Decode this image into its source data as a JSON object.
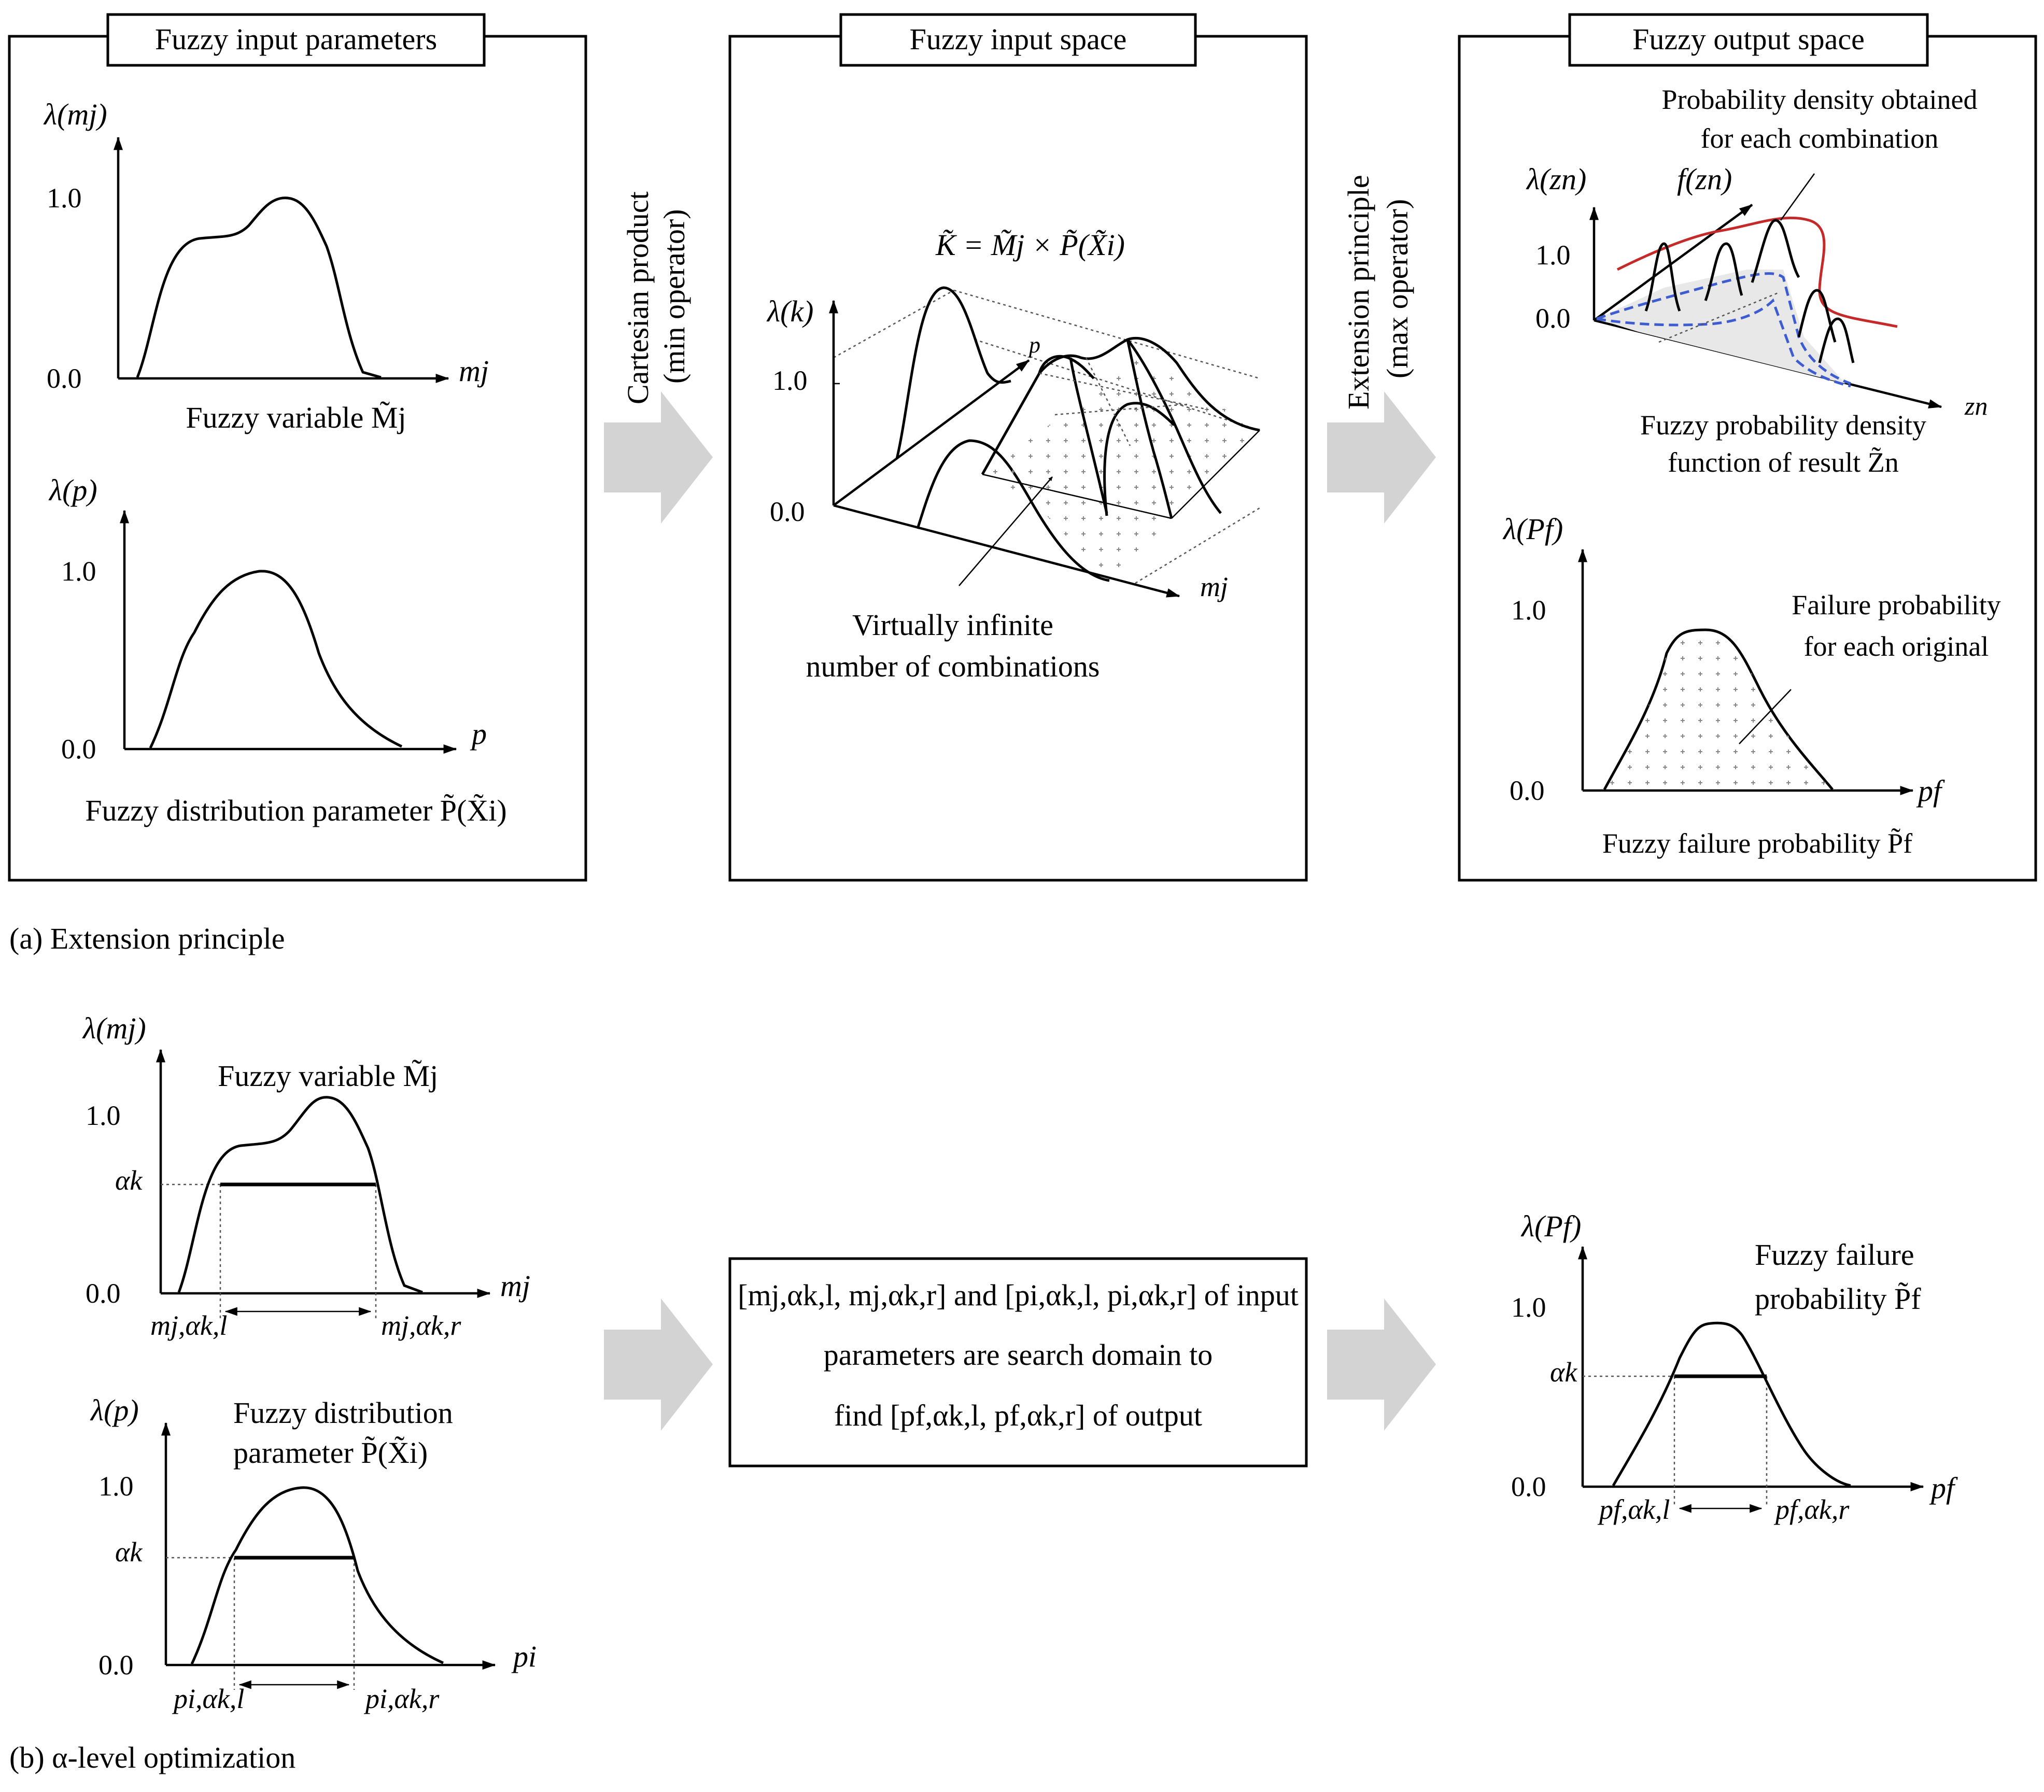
{
  "panel_a": {
    "caption": "(a)  Extension principle",
    "input_params": {
      "title": "Fuzzy input parameters",
      "chart1_ylabel": "λ(mj)",
      "chart1_xlabel": "mj",
      "chart1_caption": "Fuzzy variable M̃j",
      "chart2_ylabel": "λ(p)",
      "chart2_xlabel": "p",
      "chart2_caption": "Fuzzy distribution parameter P̃(X̃i)",
      "tick_top": "1.0",
      "tick_bottom": "0.0"
    },
    "arrow1_line1": "Cartesian product",
    "arrow1_line2": "(min operator)",
    "input_space": {
      "title": "Fuzzy input space",
      "formula": "K̃ = M̃j × P̃(X̃i)",
      "ylabel": "λ(k)",
      "axis_p": "p",
      "axis_m": "mj",
      "tick_top": "1.0",
      "tick_bottom": "0.0",
      "note_line1": "Virtually infinite",
      "note_line2": "number of combinations"
    },
    "arrow2_line1": "Extension principle",
    "arrow2_line2": "(max operator)",
    "output_space": {
      "title": "Fuzzy output space",
      "note_line1": "Probability density obtained",
      "note_line2": "for each combination",
      "f_label": "f(zn)",
      "ylabel1": "λ(zn)",
      "axis_z": "zn",
      "tick_top": "1.0",
      "tick_bottom": "0.0",
      "pdf_caption_line1": "Fuzzy probability density",
      "pdf_caption_line2": "function of result Z̃n",
      "ylabel2": "λ(Pf)",
      "xlabel2": "pf",
      "fail_note_line1": "Failure probability",
      "fail_note_line2": "for each original",
      "fail_caption": "Fuzzy failure probability P̃f"
    }
  },
  "panel_b": {
    "caption": "(b) α-level optimization",
    "chart1": {
      "ylabel": "λ(mj)",
      "title": "Fuzzy variable M̃j",
      "xlabel": "mj",
      "tick_top": "1.0",
      "tick_alpha": "αk",
      "tick_bottom": "0.0",
      "left_bound": "mj,αk,l",
      "right_bound": "mj,αk,r"
    },
    "chart2": {
      "ylabel": "λ(p)",
      "title_line1": "Fuzzy distribution",
      "title_line2": "parameter P̃(X̃i)",
      "xlabel": "pi",
      "tick_top": "1.0",
      "tick_alpha": "αk",
      "tick_bottom": "0.0",
      "left_bound": "pi,αk,l",
      "right_bound": "pi,αk,r"
    },
    "center_box": {
      "line1": "[mj,αk,l, mj,αk,r] and [pi,αk,l, pi,αk,r] of input",
      "line2": "parameters are search domain to",
      "line3": "find [pf,αk,l, pf,αk,r] of output"
    },
    "chart3": {
      "ylabel": "λ(Pf)",
      "title_line1": "Fuzzy failure",
      "title_line2": "probability P̃f",
      "xlabel": "pf",
      "tick_top": "1.0",
      "tick_alpha": "αk",
      "tick_bottom": "0.0",
      "left_bound": "pf,αk,l",
      "right_bound": "pf,αk,r"
    }
  }
}
